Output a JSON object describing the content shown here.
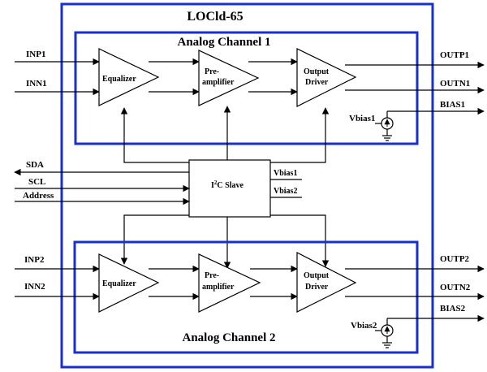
{
  "chip": {
    "title": "LOCld-65",
    "border_color": "#1a2fd0"
  },
  "channel1": {
    "title": "Analog Channel 1",
    "inputs": [
      "INP1",
      "INN1"
    ],
    "outputs": [
      "OUTP1",
      "OUTN1",
      "BIAS1"
    ],
    "blocks": {
      "equalizer": "Equalizer",
      "preamp_line1": "Pre-",
      "preamp_line2": "amplifier",
      "driver_line1": "Output",
      "driver_line2": "Driver"
    },
    "vbias": "Vbias1"
  },
  "channel2": {
    "title": "Analog Channel 2",
    "inputs": [
      "INP2",
      "INN2"
    ],
    "outputs": [
      "OUTP2",
      "OUTN2",
      "BIAS2"
    ],
    "blocks": {
      "equalizer": "Equalizer",
      "preamp_line1": "Pre-",
      "preamp_line2": "amplifier",
      "driver_line1": "Output",
      "driver_line2": "Driver"
    },
    "vbias": "Vbias2"
  },
  "i2c": {
    "label_prefix": "I",
    "label_sup": "2",
    "label_suffix": "C Slave",
    "out1": "Vbias1",
    "out2": "Vbias2",
    "signals": [
      "SDA",
      "SCL",
      "Address"
    ]
  },
  "colors": {
    "line": "#000000",
    "border": "#1a2fd0"
  }
}
